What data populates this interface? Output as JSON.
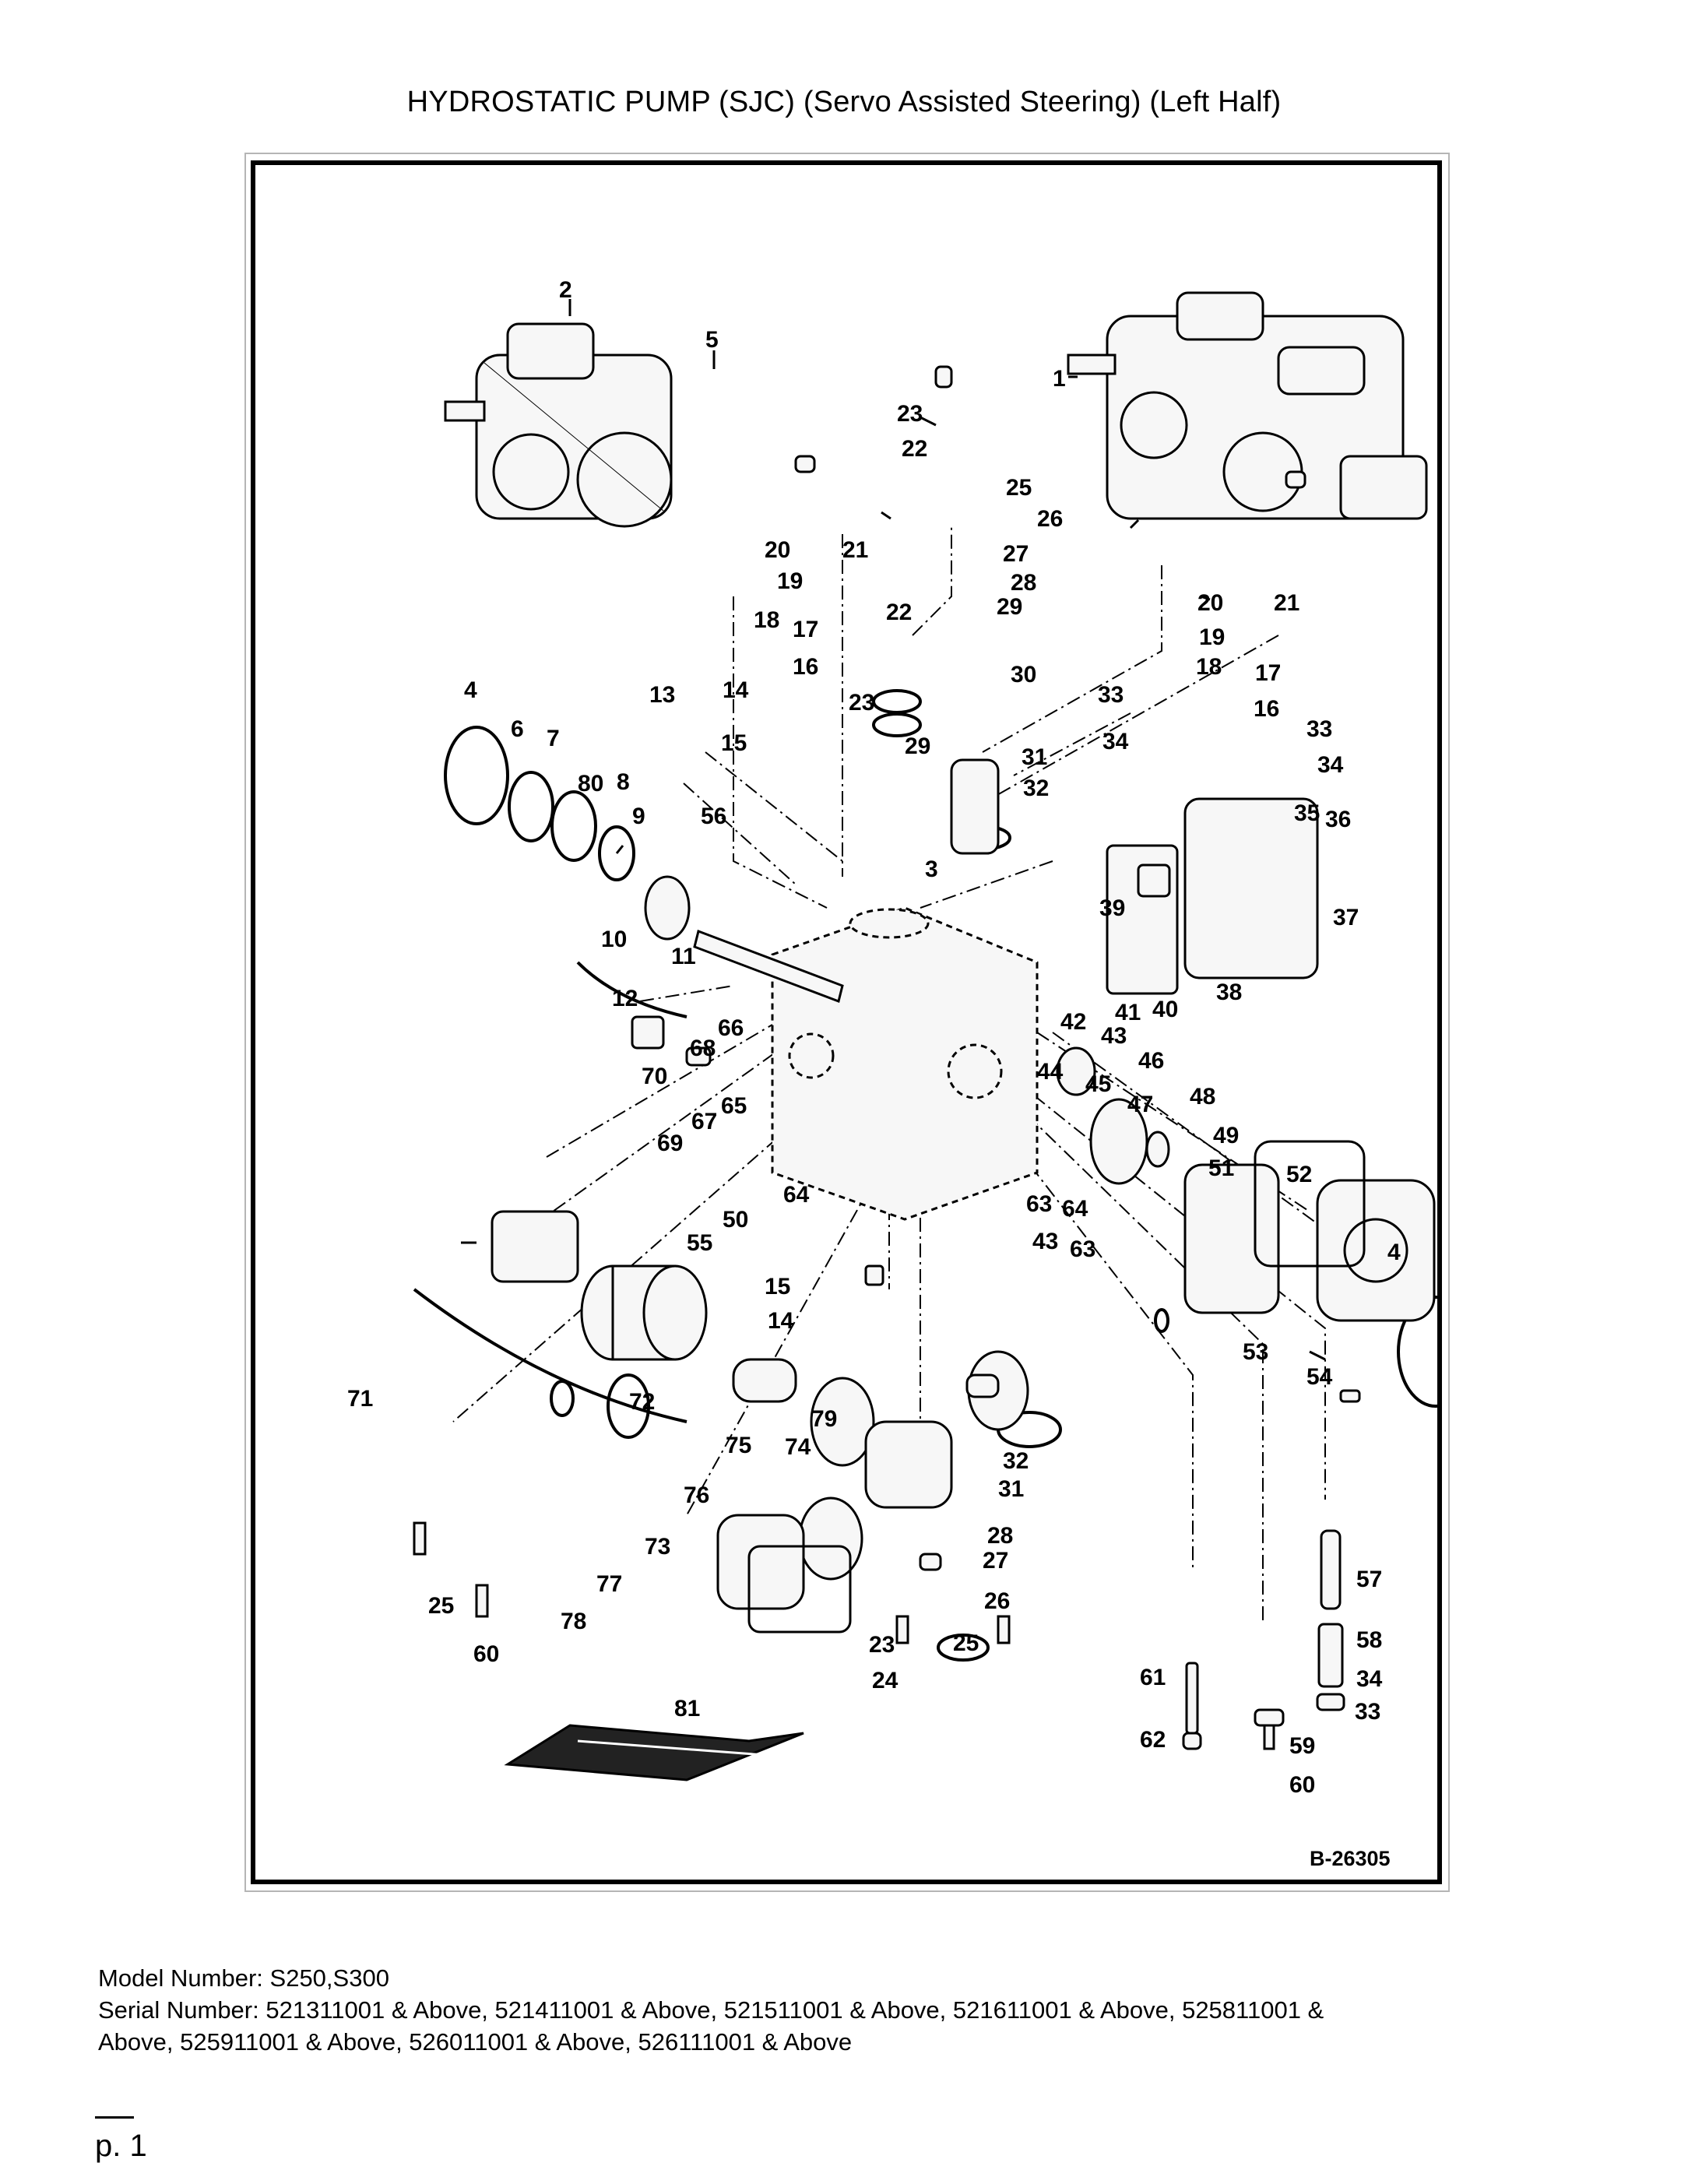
{
  "title": "HYDROSTATIC PUMP (SJC) (Servo Assisted Steering) (Left Half)",
  "figure_ref": "B-26305",
  "callouts": {
    "c1": "1",
    "c2": "2",
    "c3": "3",
    "c4a": "4",
    "c4b": "4",
    "c5": "5",
    "c6": "6",
    "c7": "7",
    "c8": "8",
    "c9": "9",
    "c10": "10",
    "c11": "11",
    "c12": "12",
    "c13": "13",
    "c14a": "14",
    "c14b": "14",
    "c15a": "15",
    "c15b": "15",
    "c16a": "16",
    "c16b": "16",
    "c17a": "17",
    "c17b": "17",
    "c18a": "18",
    "c18b": "18",
    "c19a": "19",
    "c19b": "19",
    "c20a": "20",
    "c20b": "20",
    "c21a": "21",
    "c21b": "21",
    "c22a": "22",
    "c22b": "22",
    "c23a": "23",
    "c23b": "23",
    "c23c": "23",
    "c24": "24",
    "c25a": "25",
    "c25b": "25",
    "c25c": "25",
    "c26a": "26",
    "c26b": "26",
    "c27a": "27",
    "c27b": "27",
    "c28a": "28",
    "c28b": "28",
    "c29a": "29",
    "c29b": "29",
    "c30": "30",
    "c31a": "31",
    "c31b": "31",
    "c32a": "32",
    "c32b": "32",
    "c33a": "33",
    "c33b": "33",
    "c33c": "33",
    "c34a": "34",
    "c34b": "34",
    "c34c": "34",
    "c35": "35",
    "c36": "36",
    "c37": "37",
    "c38": "38",
    "c39": "39",
    "c40": "40",
    "c41": "41",
    "c42": "42",
    "c43a": "43",
    "c43b": "43",
    "c44": "44",
    "c45": "45",
    "c46": "46",
    "c47": "47",
    "c48": "48",
    "c49": "49",
    "c50": "50",
    "c51": "51",
    "c52": "52",
    "c53": "53",
    "c54": "54",
    "c55": "55",
    "c56": "56",
    "c57": "57",
    "c58": "58",
    "c59": "59",
    "c60a": "60",
    "c60b": "60",
    "c61": "61",
    "c62": "62",
    "c63a": "63",
    "c63b": "63",
    "c64a": "64",
    "c64b": "64",
    "c65": "65",
    "c66": "66",
    "c67": "67",
    "c68": "68",
    "c69": "69",
    "c70": "70",
    "c71": "71",
    "c72": "72",
    "c73": "73",
    "c74": "74",
    "c75": "75",
    "c76": "76",
    "c77": "77",
    "c78": "78",
    "c79": "79",
    "c80": "80",
    "c81": "81"
  },
  "footer": {
    "model": "Model Number: S250,S300",
    "serial_line1": "Serial Number: 521311001 & Above, 521411001 & Above, 521511001 & Above, 521611001 & Above, 525811001 &",
    "serial_line2": "Above, 525911001 & Above, 526011001 & Above, 526111001 & Above"
  },
  "page_label": "p. 1"
}
